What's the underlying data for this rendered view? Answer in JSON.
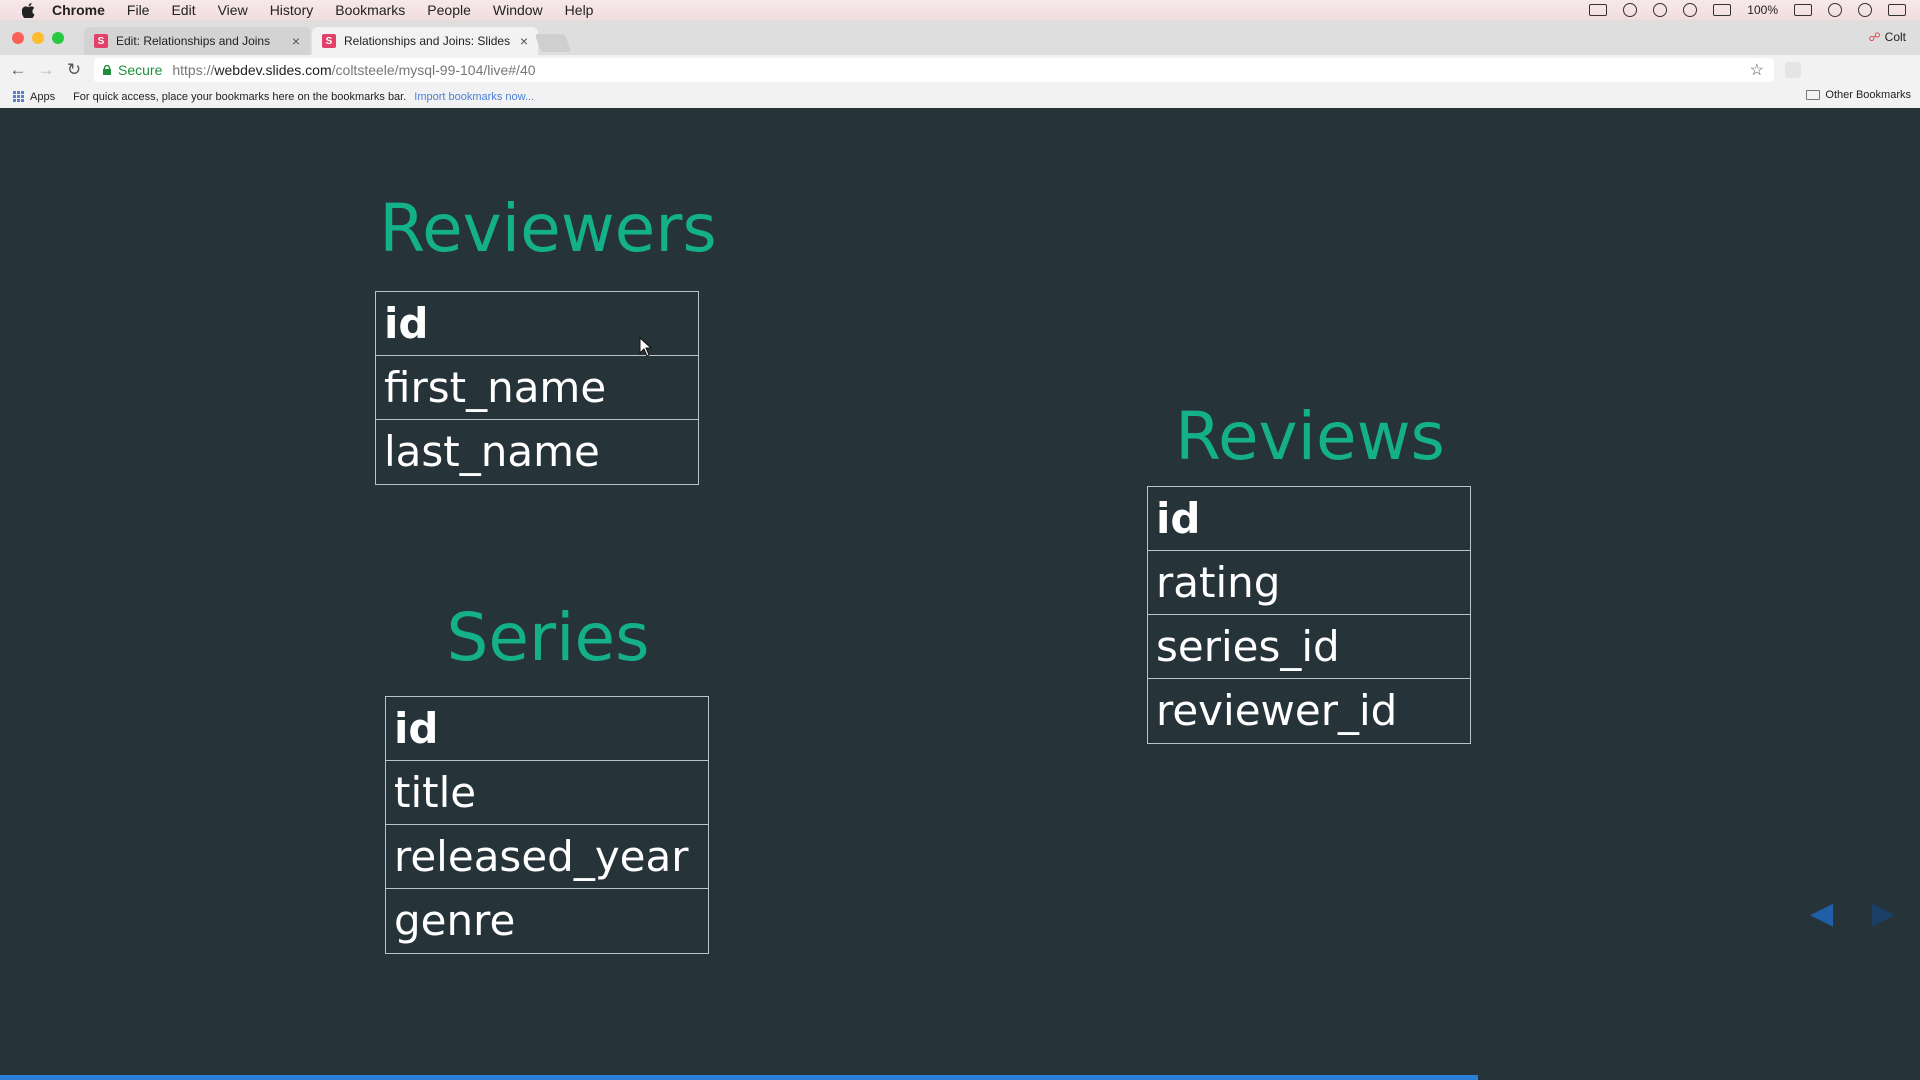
{
  "menubar": {
    "app": "Chrome",
    "items": [
      "File",
      "Edit",
      "View",
      "History",
      "Bookmarks",
      "People",
      "Window",
      "Help"
    ],
    "battery": "100%"
  },
  "tabs": [
    {
      "favicon": "S",
      "title": "Edit: Relationships and Joins"
    },
    {
      "favicon": "S",
      "title": "Relationships and Joins: Slides"
    }
  ],
  "profile": "Colt",
  "address": {
    "secure_label": "Secure",
    "scheme": "https://",
    "host": "webdev.slides.com",
    "path": "/coltsteele/mysql-99-104/live#/40"
  },
  "bookmarks": {
    "apps_label": "Apps",
    "hint": "For quick access, place your bookmarks here on the bookmarks bar.",
    "import_link": "Import bookmarks now...",
    "other": "Other Bookmarks"
  },
  "slide": {
    "reviewers": {
      "title": "Reviewers",
      "columns": [
        "id",
        "first_name",
        "last_name"
      ]
    },
    "series": {
      "title": "Series",
      "columns": [
        "id",
        "title",
        "released_year",
        "genre"
      ]
    },
    "reviews": {
      "title": "Reviews",
      "columns": [
        "id",
        "rating",
        "series_id",
        "reviewer_id"
      ]
    },
    "progress": 0.77
  },
  "colors": {
    "background": "#263339",
    "heading": "#14b08a",
    "nav_arrow": "#1e5fa8"
  }
}
